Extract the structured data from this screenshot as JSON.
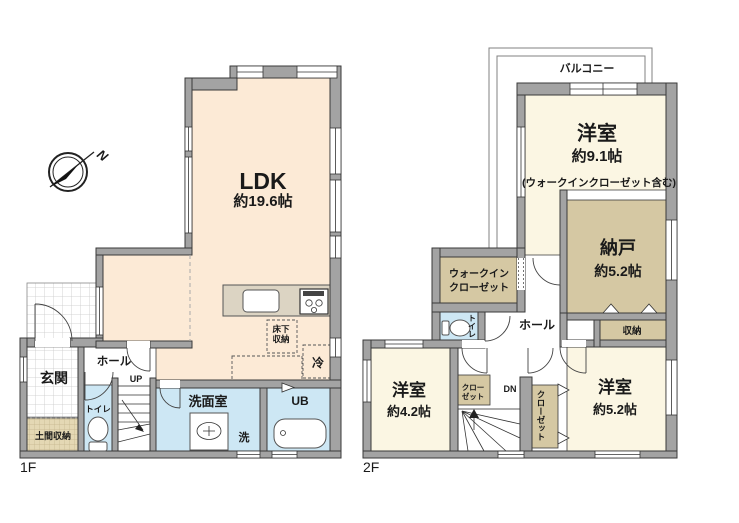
{
  "colors": {
    "wall": "#a3a3a3",
    "room_cream_1f": "#fcead6",
    "room_cream_2f": "#fbf6e3",
    "closet_beige": "#d5c8a3",
    "wet_blue": "#cde7f4",
    "counter_gray": "#dcd4c3",
    "counter_beige": "#ddd1b5",
    "underfloor_beige": "#e6dcc2"
  },
  "compass": {
    "north_label": "N"
  },
  "floor1": {
    "label": "1F",
    "ldk": {
      "name": "LDK",
      "size": "約19.6帖"
    },
    "genkan": "玄関",
    "doma_storage": "土間収納",
    "hall": "ホール",
    "up": "UP",
    "toilet": "トイレ",
    "washroom": "洗面室",
    "washer": "洗",
    "bath": "UB",
    "fridge": "冷",
    "underfloor": {
      "line1": "床下",
      "line2": "収納"
    }
  },
  "floor2": {
    "label": "2F",
    "balcony": "バルコニー",
    "bedroom_main": {
      "name": "洋室",
      "size": "約9.1帖",
      "note": "(ウォークインクローゼット含む)"
    },
    "storage_room": {
      "name": "納戸",
      "size": "約5.2帖"
    },
    "storage": "収納",
    "wic": {
      "line1": "ウォークイン",
      "line2": "クローゼット"
    },
    "toilet": "トイレ",
    "hall": "ホール",
    "dn": "DN",
    "closet_small": {
      "line1": "クロー",
      "line2": "ゼット"
    },
    "closet_tall": "クローゼット",
    "bedroom_sw": {
      "name": "洋室",
      "size": "約4.2帖"
    },
    "bedroom_se": {
      "name": "洋室",
      "size": "約5.2帖"
    }
  }
}
